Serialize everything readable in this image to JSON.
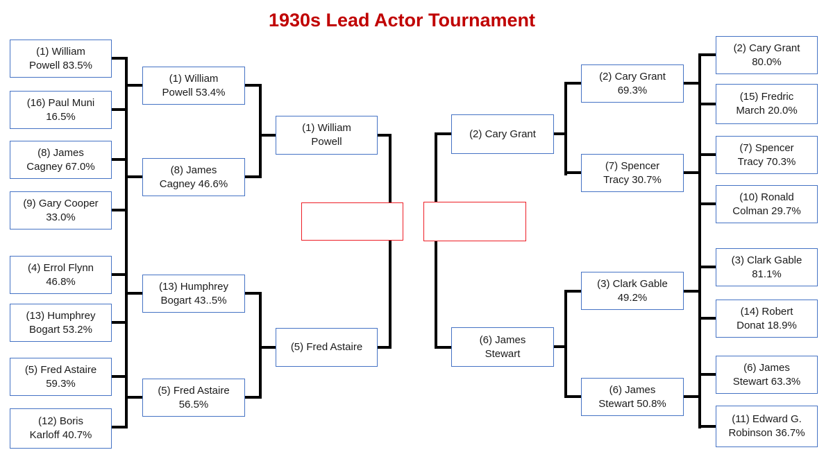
{
  "title": {
    "text": "1930s Lead Actor Tournament"
  },
  "colors": {
    "title": "#C00000",
    "box_border": "#4472C4",
    "final_border": "#ED1C24",
    "connector": "#000000"
  },
  "bracket": {
    "left_round1": [
      {
        "lines": [
          "(1) William",
          "Powell 83.5%"
        ]
      },
      {
        "lines": [
          "(16) Paul Muni",
          "16.5%"
        ]
      },
      {
        "lines": [
          "(8) James",
          "Cagney 67.0%"
        ]
      },
      {
        "lines": [
          "(9) Gary Cooper",
          "33.0%"
        ]
      },
      {
        "lines": [
          "(4) Errol Flynn",
          "46.8%"
        ]
      },
      {
        "lines": [
          "(13) Humphrey",
          "Bogart 53.2%"
        ]
      },
      {
        "lines": [
          "(5) Fred Astaire",
          "59.3%"
        ]
      },
      {
        "lines": [
          "(12) Boris",
          "Karloff 40.7%"
        ]
      }
    ],
    "left_round2": [
      {
        "lines": [
          "(1) William",
          "Powell 53.4%"
        ]
      },
      {
        "lines": [
          "(8) James",
          "Cagney 46.6%"
        ]
      },
      {
        "lines": [
          "(13) Humphrey",
          "Bogart 43..5%"
        ]
      },
      {
        "lines": [
          "(5) Fred Astaire",
          "56.5%"
        ]
      }
    ],
    "left_semifinal": [
      {
        "lines": [
          "(1) William",
          "Powell"
        ]
      },
      {
        "lines": [
          "(5) Fred Astaire"
        ]
      }
    ],
    "final": {
      "left_label": "",
      "right_label": ""
    },
    "right_semifinal": [
      {
        "lines": [
          "(2) Cary Grant"
        ]
      },
      {
        "lines": [
          "(6) James",
          "Stewart"
        ]
      }
    ],
    "right_round2": [
      {
        "lines": [
          "(2) Cary Grant",
          "69.3%"
        ]
      },
      {
        "lines": [
          "(7) Spencer",
          "Tracy 30.7%"
        ]
      },
      {
        "lines": [
          "(3) Clark Gable",
          "49.2%"
        ]
      },
      {
        "lines": [
          "(6) James",
          "Stewart 50.8%"
        ]
      }
    ],
    "right_round1": [
      {
        "lines": [
          "(2) Cary Grant",
          "80.0%"
        ]
      },
      {
        "lines": [
          "(15) Fredric",
          "March 20.0%"
        ]
      },
      {
        "lines": [
          "(7) Spencer",
          "Tracy 70.3%"
        ]
      },
      {
        "lines": [
          "(10) Ronald",
          "Colman 29.7%"
        ]
      },
      {
        "lines": [
          "(3) Clark Gable",
          "81.1%"
        ]
      },
      {
        "lines": [
          "(14) Robert",
          "Donat 18.9%"
        ]
      },
      {
        "lines": [
          "(6) James",
          "Stewart 63.3%"
        ]
      },
      {
        "lines": [
          "(11) Edward G.",
          "Robinson 36.7%"
        ]
      }
    ]
  }
}
